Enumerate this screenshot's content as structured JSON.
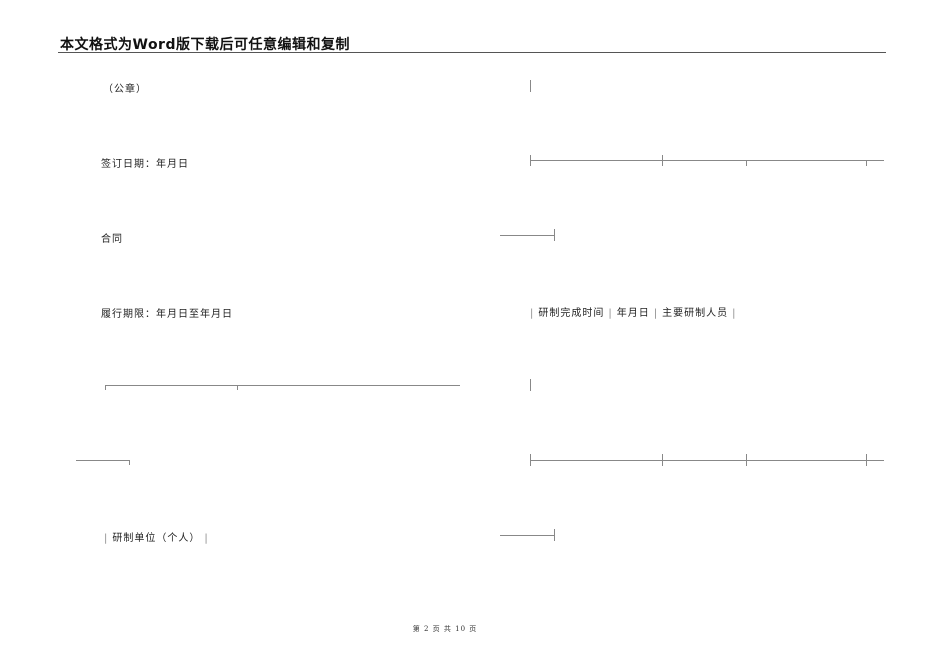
{
  "header": {
    "title": "本文格式为Word版下载后可任意编辑和复制"
  },
  "left": {
    "seal": "（公章）",
    "sign_date": "签订日期：年月日",
    "contract": "合同",
    "term": "履行期限：年月日至年月日",
    "unit": "研制单位（个人）"
  },
  "right": {
    "cells": [
      "研制完成时间",
      "年月日",
      "主要研制人员"
    ]
  },
  "footer": {
    "page_prefix": "第",
    "page_current": "2",
    "page_mid1": "页",
    "page_mid2": "共",
    "page_total": "10",
    "page_suffix": "页"
  }
}
